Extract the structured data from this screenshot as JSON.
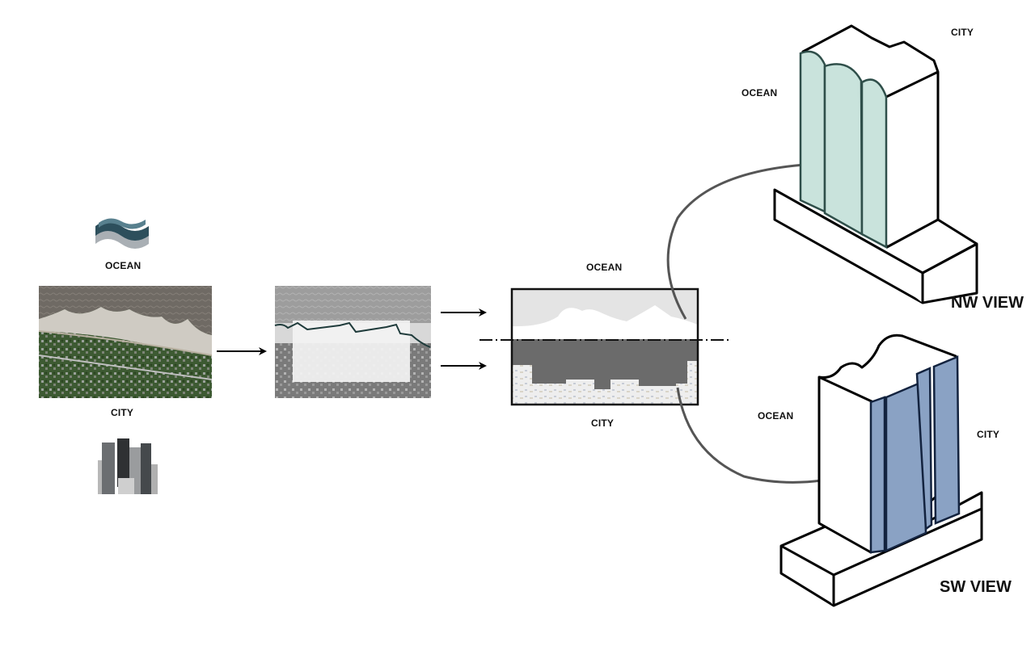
{
  "diagram": {
    "stage1": {
      "ocean_label": "OCEAN",
      "city_label": "CITY",
      "ocean_icon": "waves-icon",
      "city_icon": "city-buildings-icon"
    },
    "stage2": {
      "description": "shoreline-trace"
    },
    "stage3": {
      "ocean_label": "OCEAN",
      "city_label": "CITY"
    },
    "nw_view": {
      "title": "NW VIEW",
      "ocean_label": "OCEAN",
      "city_label": "CITY",
      "facade_color": "#c9e3dc",
      "facade_stroke": "#2f4f4a"
    },
    "sw_view": {
      "title": "SW VIEW",
      "ocean_label": "OCEAN",
      "city_label": "CITY",
      "facade_color": "#8aa2c4",
      "facade_stroke": "#13233f"
    }
  }
}
